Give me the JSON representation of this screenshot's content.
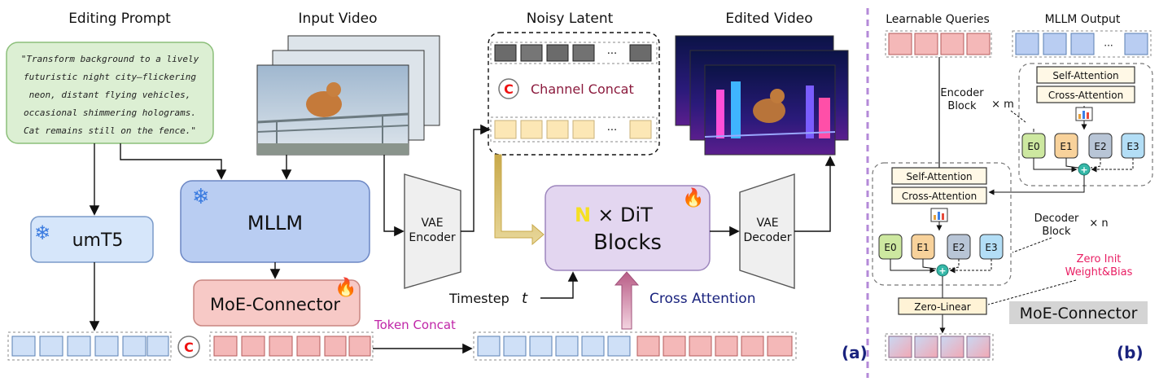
{
  "headers": {
    "editing_prompt": "Editing Prompt",
    "input_video": "Input Video",
    "noisy_latent": "Noisy Latent",
    "edited_video": "Edited Video",
    "learnable_queries": "Learnable Queries",
    "mllm_output": "MLLM Output"
  },
  "prompt_lines": [
    "\"Transform background to a lively",
    "futuristic night city—flickering",
    "neon, distant flying vehicles,",
    "occasional shimmering holograms.",
    "Cat remains still on the fence.\""
  ],
  "blocks": {
    "umt5": "umT5",
    "mllm": "MLLM",
    "moe_connector": "MoE-Connector",
    "vae_encoder": [
      "VAE",
      "Encoder"
    ],
    "vae_decoder": [
      "VAE",
      "Decoder"
    ],
    "dit_n": "N",
    "dit_rest": "× DiT",
    "dit_line2": "Blocks",
    "channel_concat": "Channel Concat",
    "concat_symbol": "C",
    "ellipsis": "···"
  },
  "labels": {
    "timestep": "Timestep",
    "timestep_var": "t",
    "token_concat": "Token Concat",
    "cross_attention": "Cross Attention",
    "panel_a": "(a)",
    "panel_b": "(b)"
  },
  "panel_b": {
    "self_attention": "Self-Attention",
    "cross_attention": "Cross-Attention",
    "encoder_block": [
      "Encoder",
      "Block"
    ],
    "encoder_mult": "× m",
    "decoder_block": [
      "Decoder",
      "Block"
    ],
    "decoder_mult": "× n",
    "experts": [
      "E0",
      "E1",
      "E2",
      "E3"
    ],
    "zero_init": [
      "Zero Init",
      "Weight&Bias"
    ],
    "zero_linear": "Zero-Linear",
    "moe_title": "MoE-Connector",
    "plus": "+"
  },
  "colors": {
    "blue_token": "#cfe0f7",
    "red_token": "#f4b8b8",
    "yellow_token": "#fce7b5",
    "mllm_fill": "#b9cdf2",
    "umt5_fill": "#d6e6fa",
    "moe_fill": "#f7c9c6",
    "dit_fill": "#e3d6f0",
    "prompt_fill": "#dcefd3",
    "channel_text": "#8b1a3d",
    "cross_attn_text": "#1a237e",
    "token_concat_text": "#c026a8",
    "zero_init_text": "#e91e63",
    "expert0": "#cde8a0",
    "expert1": "#f8d29b",
    "expert2": "#b8c5d6",
    "expert3": "#b3def6"
  }
}
